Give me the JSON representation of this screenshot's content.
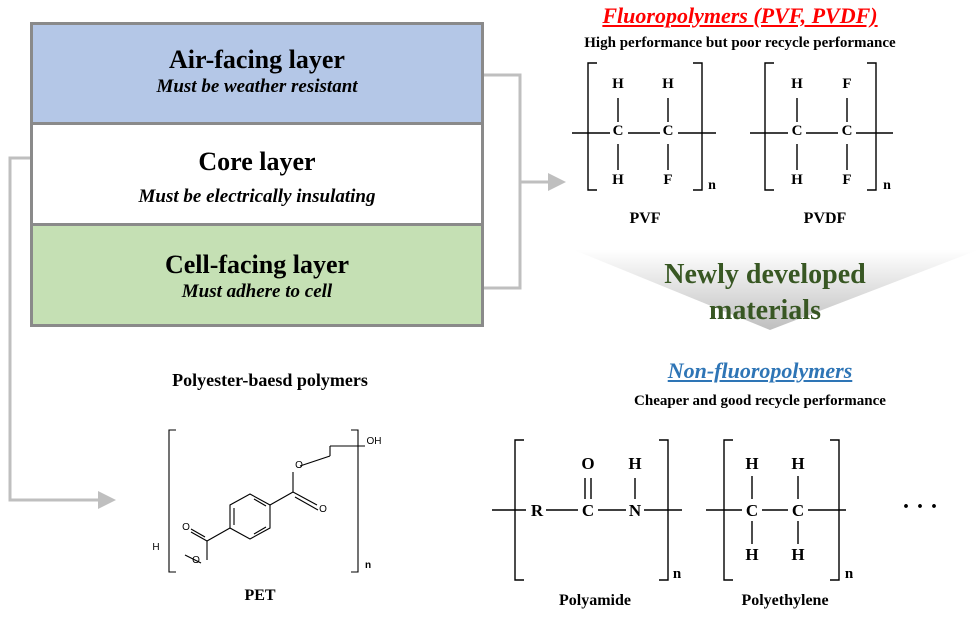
{
  "layers": {
    "air": {
      "title": "Air-facing layer",
      "subtitle": "Must be weather resistant"
    },
    "core": {
      "title": "Core layer",
      "subtitle": "Must be electrically insulating"
    },
    "cell": {
      "title": "Cell-facing layer",
      "subtitle": "Must adhere to cell"
    }
  },
  "fluoro": {
    "title": "Fluoropolymers (PVF, PVDF)",
    "subtitle": "High performance but poor recycle performance",
    "pvf": "PVF",
    "pvdf": "PVDF"
  },
  "transition": {
    "line1": "Newly developed",
    "line2": "materials"
  },
  "nonfluoro": {
    "title": "Non-fluoropolymers",
    "subtitle": "Cheaper and good recycle performance",
    "polyamide": "Polyamide",
    "polyethylene": "Polyethylene",
    "ellipsis": "· · ·"
  },
  "polyester": {
    "title": "Polyester-baesd polymers",
    "pet": "PET"
  },
  "atoms": {
    "H": "H",
    "F": "F",
    "C": "C",
    "O": "O",
    "N": "N",
    "R": "R",
    "n": "n",
    "OH": "OH",
    "Hpet": "H"
  },
  "colors": {
    "air": "#b4c7e7",
    "cell": "#c5e0b4",
    "border": "#8a8a8a",
    "fluoro_title": "#ff0000",
    "nonfluoro_title": "#2e75b6",
    "transition_text": "#385723",
    "connector": "#bfbfbf"
  }
}
